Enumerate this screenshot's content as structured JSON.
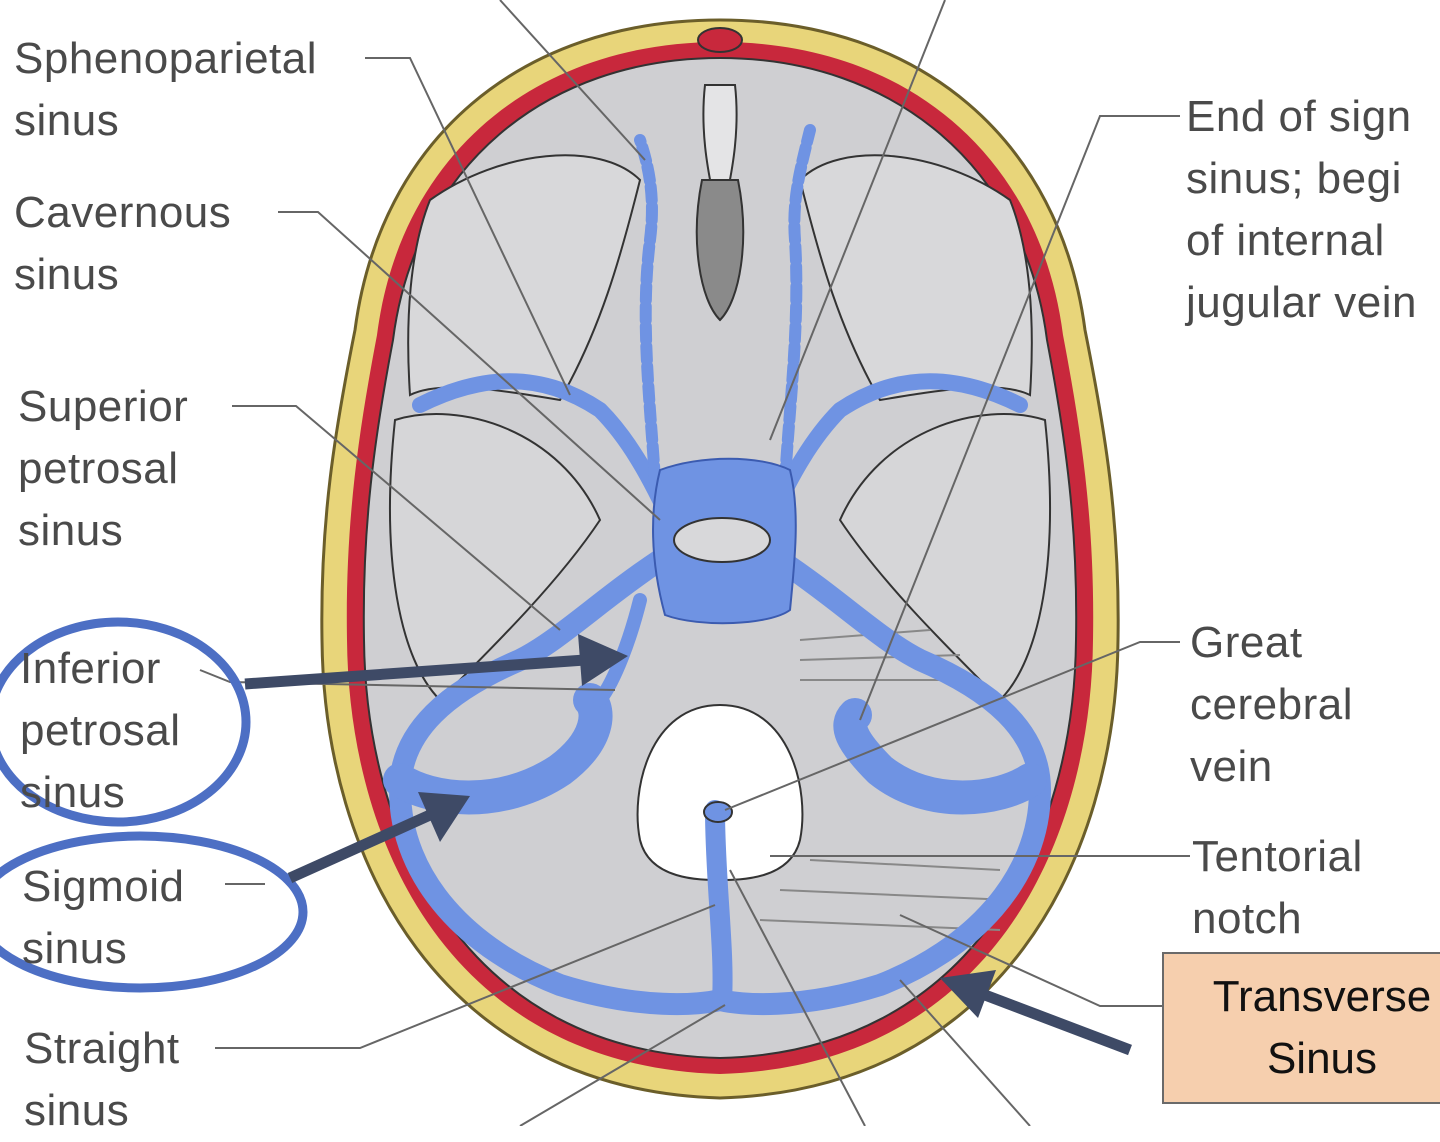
{
  "labels": {
    "sphenoparietal": "Sphenoparietal\nsinus",
    "cavernous": "Cavernous\nsinus",
    "superior_petrosal": "Superior\npetrosal\nsinus",
    "inferior_petrosal": "Inferior\npetrosal\nsinus",
    "sigmoid": "Sigmoid\nsinus",
    "straight": "Straight\nsinus",
    "end_sigmoid": "End of sign\nsinus; begi\nof internal\njugular vein",
    "great_cerebral": "Great\ncerebral\nvein",
    "tentorial_notch": "Tentorial\nnotch",
    "transverse": "Transverse\nSinus"
  },
  "colors": {
    "bone": "#e8d57a",
    "dura_red": "#c8283c",
    "sinus_blue": "#6f93e3",
    "tissue_gray": "#cfcfd2",
    "arrow": "#3e4a66",
    "circle": "#4d6fc4",
    "box_fill": "#f6cfae"
  }
}
